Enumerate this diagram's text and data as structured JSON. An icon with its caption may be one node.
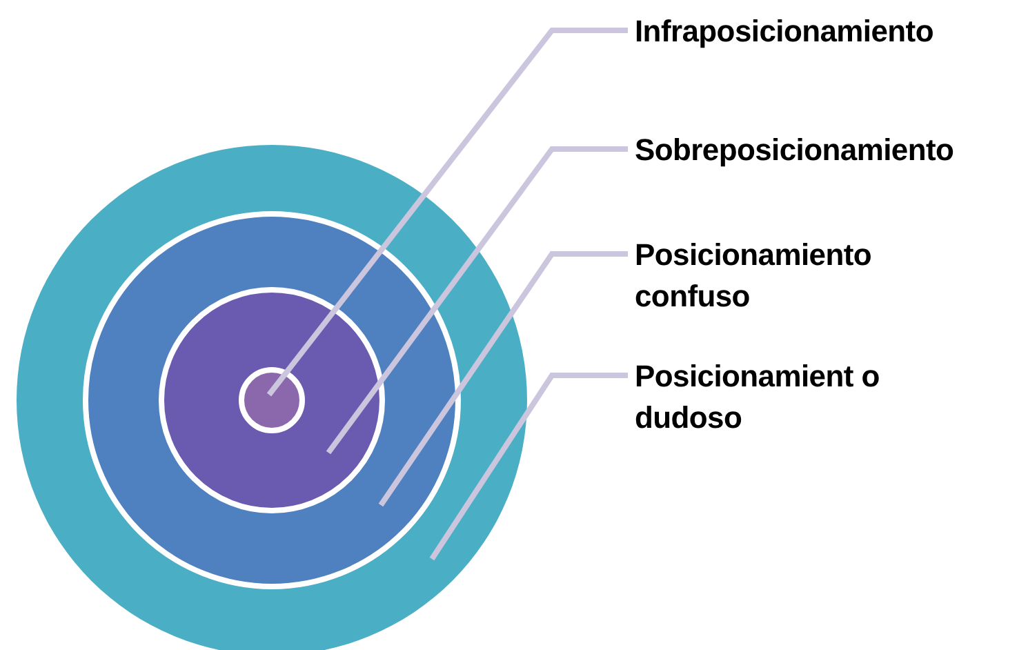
{
  "diagram": {
    "nodes": [
      {
        "text": [
          "Infraposicionamiento"
        ]
      },
      {
        "text": [
          "Sobreposicionamiento"
        ]
      },
      {
        "text": [
          "Posicionamiento confuso"
        ]
      },
      {
        "text": [
          "Posicionamient o dudoso"
        ]
      },
      {
        "text": [],
        "shape": "circle"
      },
      {
        "text": [],
        "shape": "circle",
        "in": 4
      },
      {
        "text": [],
        "shape": "circle",
        "in": 5
      },
      {
        "text": [],
        "shape": "circle",
        "in": 6
      }
    ],
    "edges": [
      {
        "from": 0,
        "to": 7,
        "arrow": "none"
      },
      {
        "from": 1,
        "to": 6,
        "arrow": "none"
      },
      {
        "from": 2,
        "to": 5,
        "arrow": "none"
      },
      {
        "from": 3,
        "to": 4,
        "arrow": "none"
      }
    ]
  }
}
